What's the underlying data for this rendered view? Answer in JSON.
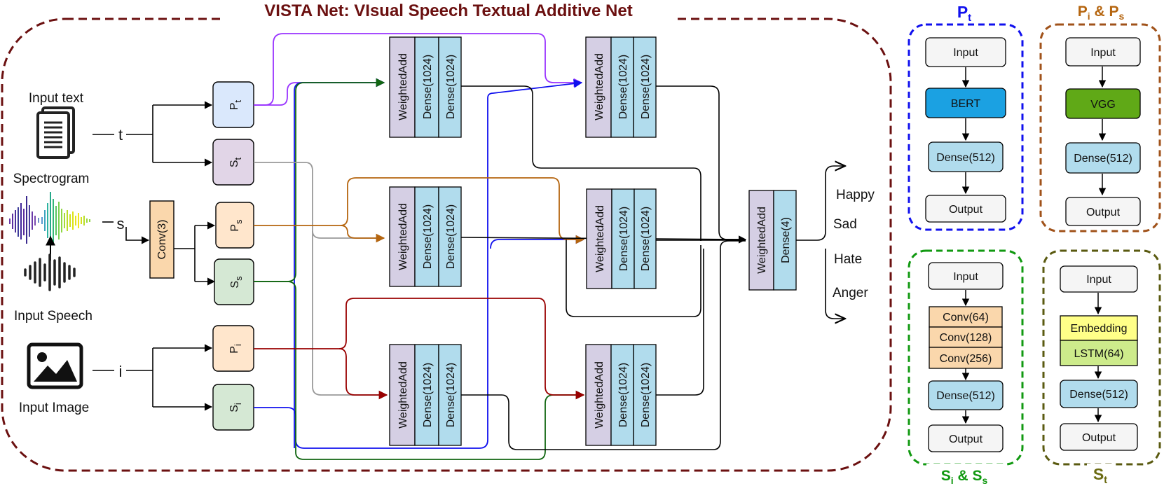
{
  "title": "VISTA Net: VIsual Speech Textual Additive Net",
  "inputs": {
    "text_label": "Input text",
    "text_var": "t",
    "spectrogram_label": "Spectrogram",
    "speech_label": "Input Speech",
    "speech_var": "s",
    "image_label": "Input Image",
    "image_var": "i",
    "conv_label": "Conv(3)"
  },
  "nodes": {
    "pt": {
      "base": "P",
      "sub": "t"
    },
    "st": {
      "base": "S",
      "sub": "t"
    },
    "ps": {
      "base": "P",
      "sub": "s"
    },
    "ss": {
      "base": "S",
      "sub": "s"
    },
    "pi": {
      "base": "P",
      "sub": "i"
    },
    "si": {
      "base": "S",
      "sub": "i"
    }
  },
  "block_labels": {
    "weighted_add": "WeightedAdd",
    "dense_1024": "Dense(1024)",
    "dense_4": "Dense(4)"
  },
  "outputs": [
    "Happy",
    "Sad",
    "Hate",
    "Anger"
  ],
  "panels": {
    "pt": {
      "title_base": "P",
      "title_sub": "t",
      "boxes": [
        "Input",
        "BERT",
        "Dense(512)",
        "Output"
      ]
    },
    "pi_ps": {
      "title_a": "P",
      "title_a_sub": "i",
      "title_amp": " & ",
      "title_b": "P",
      "title_b_sub": "s",
      "boxes": [
        "Input",
        "VGG",
        "Dense(512)",
        "Output"
      ]
    },
    "si_ss": {
      "title_a": "S",
      "title_a_sub": "i",
      "title_amp": " & ",
      "title_b": "S",
      "title_b_sub": "s",
      "boxes": [
        "Input",
        "Conv(64)",
        "Conv(128)",
        "Conv(256)",
        "Dense(512)",
        "Output"
      ]
    },
    "st": {
      "title_base": "S",
      "title_sub": "t",
      "boxes": [
        "Input",
        "Embedding",
        "LSTM(64)",
        "Dense(512)",
        "Output"
      ]
    }
  },
  "colors": {
    "frame": "#6b1010",
    "pt_frame": "#1010ee",
    "pi_frame": "#a0521a",
    "si_frame": "#119911",
    "st_frame": "#5a5a10",
    "bert": "#1ba1e2",
    "vgg": "#60a917",
    "dense": "#b1dced",
    "weighted": "#d5cfe4",
    "conv": "#fad7ac",
    "embedding": "#ffff88",
    "lstm": "#cdeb8b",
    "input_box": "#f5f5f5",
    "arrow_purple": "#9933ff",
    "arrow_blue": "#1010ee",
    "arrow_green": "#116611",
    "arrow_brown": "#b5650f",
    "arrow_gray": "#999999",
    "arrow_red": "#990000"
  }
}
